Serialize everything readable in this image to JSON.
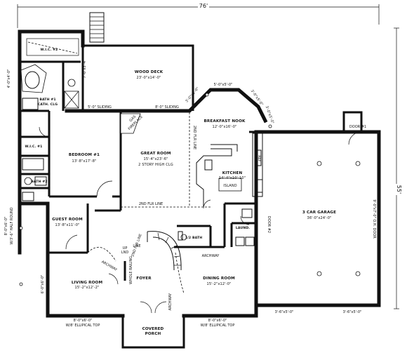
{
  "overall": {
    "width_dim": "76'",
    "depth_dim": "55'"
  },
  "rooms": {
    "wic2": {
      "name": "W.I.C. #2"
    },
    "wood_deck": {
      "name": "WOOD DECK",
      "size": "23'-0\"x14'-0\""
    },
    "bath1": {
      "name": "BATH #1",
      "detail": "CATH. CLG"
    },
    "bedroom1": {
      "name": "BEDROOM #1",
      "size": "13'-8\"x17'-8\""
    },
    "great_room": {
      "name": "GREAT ROOM",
      "size": "15'-4\"x23'-6\"",
      "detail": "2 STORY HIGH CLG"
    },
    "breakfast": {
      "name": "BREAKFAST NOOK",
      "size": "12'-0\"x16'-0\""
    },
    "kitchen": {
      "name": "KITCHEN",
      "size": "14'-4\"x10'-10\""
    },
    "island": {
      "name": "ISLAND"
    },
    "garage": {
      "name": "3 CAR GARAGE",
      "size": "36'-0\"x24'-0\""
    },
    "guest": {
      "name": "GUEST ROOM",
      "size": "13'-8\"x11'-0\""
    },
    "living": {
      "name": "LIVING ROOM",
      "size": "15'-2\"x12'-2\""
    },
    "foyer": {
      "name": "FOYER"
    },
    "dining": {
      "name": "DINING ROOM",
      "size": "15'-2\"x12'-0\""
    },
    "half_bath": {
      "name": "1/2 BATH"
    },
    "laund": {
      "name": "LAUND."
    },
    "covered_porch": {
      "name": "COVERED",
      "name2": "PORCH"
    },
    "wic1": {
      "name": "W.I.C. #1"
    },
    "bath2": {
      "name": "BATH #2"
    }
  },
  "notes": {
    "sliding_left": "5'-0\" SLIDING",
    "sliding_right": "8'-0\" SLIDING",
    "deck_dim": "7'-0\"x3'-4\"",
    "window_dim1": "5'-0\"x5'-0\"",
    "window_dim2": "3'-0\"x5'-0\"",
    "window_dim3": "3'-0\"x5'-0\"",
    "window_dim4": "3'-0\"x5'-0\"",
    "window_left_top": "4'-0\"x4'-0\"",
    "window_guest": "8'-0\"x6'-0\"",
    "window_guest2": "W/3'-6\" HALF ROUND",
    "window_living_side": "6'-0\"x6'-0\"",
    "window_front_left": "8'-0\"x6'-0\"",
    "front_left_top": "W/8' ELLIPICAL TOP",
    "window_front_right": "8'-0\"x6'-0\"",
    "front_right_top": "W/8' ELLIPICAL TOP",
    "gas_fireplace": "GAS",
    "gas_fireplace2": "FIREPLACE",
    "second_flr_line_h": "2ND FLR LINE",
    "second_flr_line_v": "2ND FLR LINE",
    "second_flr_line_br": "2ND FLR LINE",
    "door2": "DOOR #2",
    "door1": "DOOR #1",
    "garage_door_side": "9'-0\"x7'-0\" O.H. DOOR",
    "garage_win1": "3'-6\"x5'-0\"",
    "garage_win2": "3'-6\"x5'-0\"",
    "archway1": "ARCHWAY",
    "archway2": "ARCHWAY",
    "archway3": "ARCHWAY",
    "line_label": "LINE",
    "up_label": "UP",
    "lnd_label": "LND",
    "whole_railing": "WHOLE RAILING",
    "ref": "REF"
  }
}
